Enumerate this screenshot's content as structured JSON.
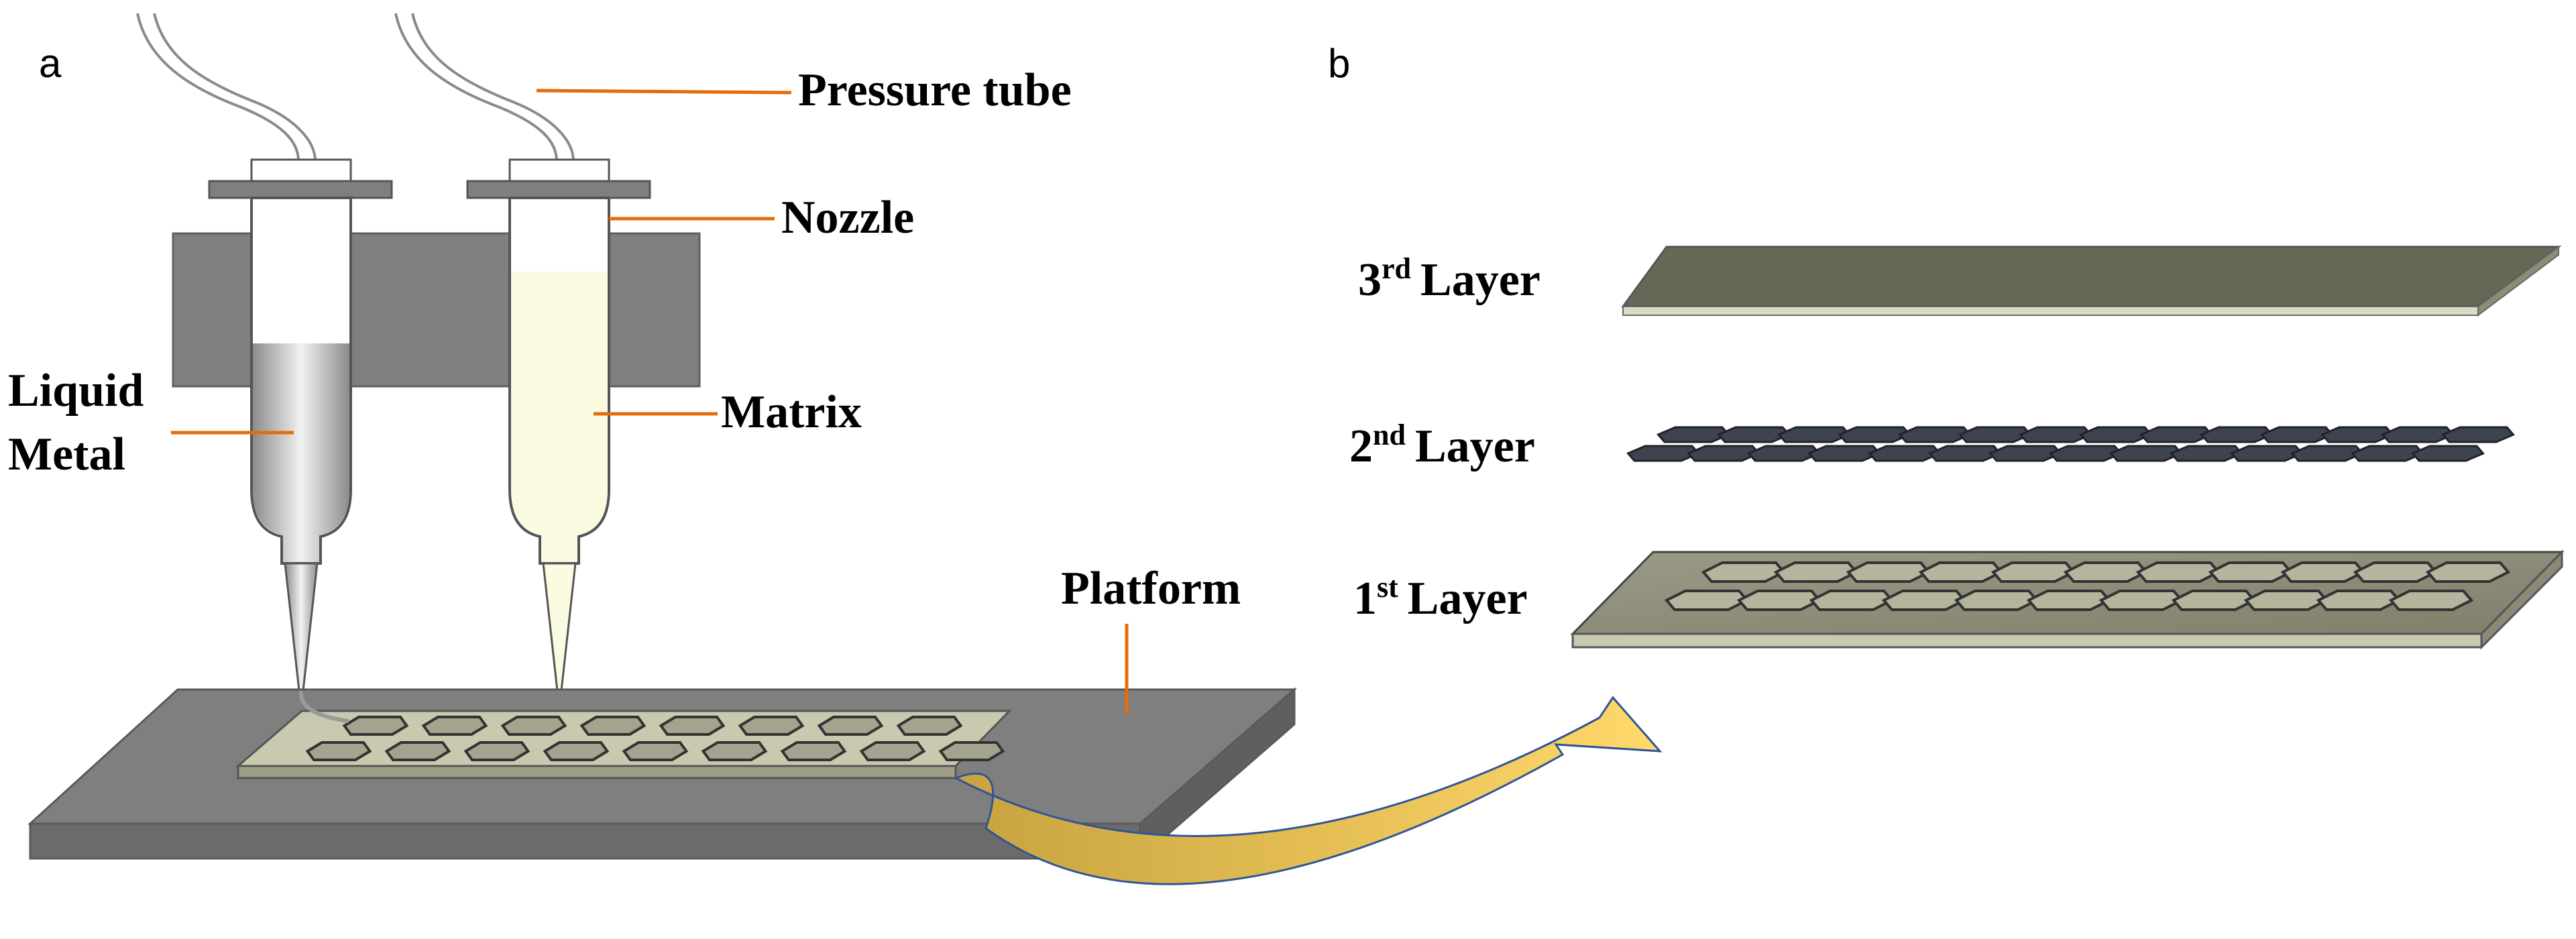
{
  "panels": {
    "a": "a",
    "b": "b"
  },
  "labels": {
    "pressure_tube": "Pressure tube",
    "nozzle": "Nozzle",
    "liquid_metal_line1": "Liquid",
    "liquid_metal_line2": "Metal",
    "matrix": "Matrix",
    "platform": "Platform"
  },
  "layers": {
    "third": {
      "num": "3",
      "sup": "rd",
      "word": "Layer"
    },
    "second": {
      "num": "2",
      "sup": "nd",
      "word": "Layer"
    },
    "first": {
      "num": "1",
      "sup": "st",
      "word": "Layer"
    }
  },
  "colors": {
    "leader_line": "#E46C0A",
    "platform": "#7F7F7F",
    "matrix_fill": "#FAFBE0",
    "liquid_metal": "#BFBFBF",
    "layer_plate": "#8C8C7A",
    "conductor": "#3E4350",
    "arrow": "#E8C156"
  },
  "icons": {
    "syringe": "syringe-icon",
    "arrow": "curved-arrow-icon"
  }
}
